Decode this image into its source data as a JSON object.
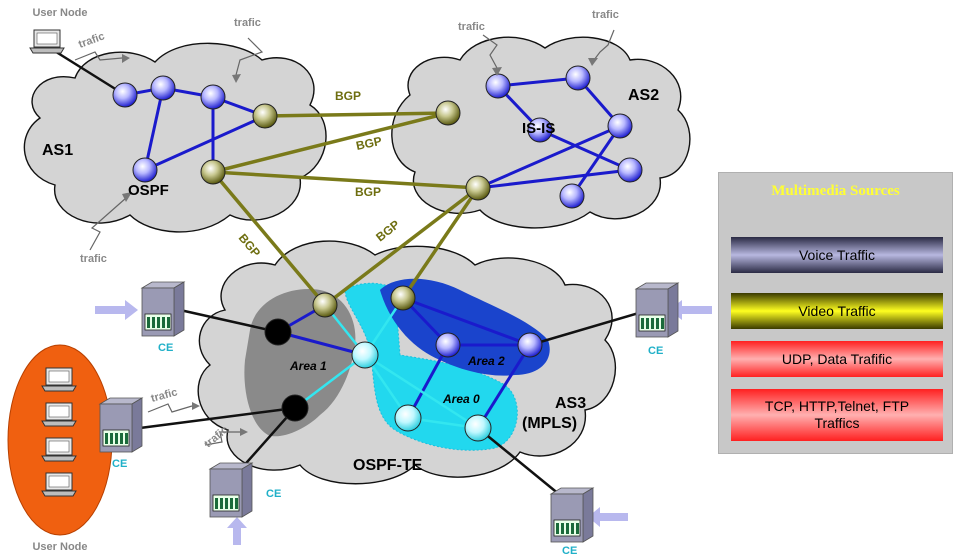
{
  "labels": {
    "user_node_top": "User Node",
    "user_node_bottom": "User Node",
    "as1": "AS1",
    "as2": "AS2",
    "as3_line1": "AS3",
    "as3_line2": "(MPLS)",
    "ospf": "OSPF",
    "isis": "IS-IS",
    "ospf_te": "OSPF-TE",
    "area1": "Area 1",
    "area2": "Area 2",
    "area0": "Area 0",
    "bgp": [
      "BGP",
      "BGP",
      "BGP",
      "BGP",
      "BGP"
    ],
    "trafic": [
      "trafic",
      "trafic",
      "trafic",
      "trafic",
      "trafic",
      "trafic",
      "trafic"
    ],
    "ce": [
      "CE",
      "CE",
      "CE",
      "CE",
      "CE"
    ]
  },
  "legend": {
    "title": "Multimedia Sources",
    "items": [
      {
        "label": "Voice Traffic",
        "color": "#4a4a66"
      },
      {
        "label": "Video Traffic",
        "color": "#b3b300"
      },
      {
        "label": "UDP, Data Trafific",
        "color": "#ff2a2a"
      },
      {
        "label": "TCP, HTTP,Telnet, FTP Traffics",
        "color": "#ff2a2a"
      }
    ]
  },
  "colors": {
    "link_blue": "#1a1acc",
    "link_bgp": "#7a7a1a",
    "link_cyan": "#33e6f0",
    "cloud": "#d4d4d4",
    "user_oval": "#f06010"
  }
}
